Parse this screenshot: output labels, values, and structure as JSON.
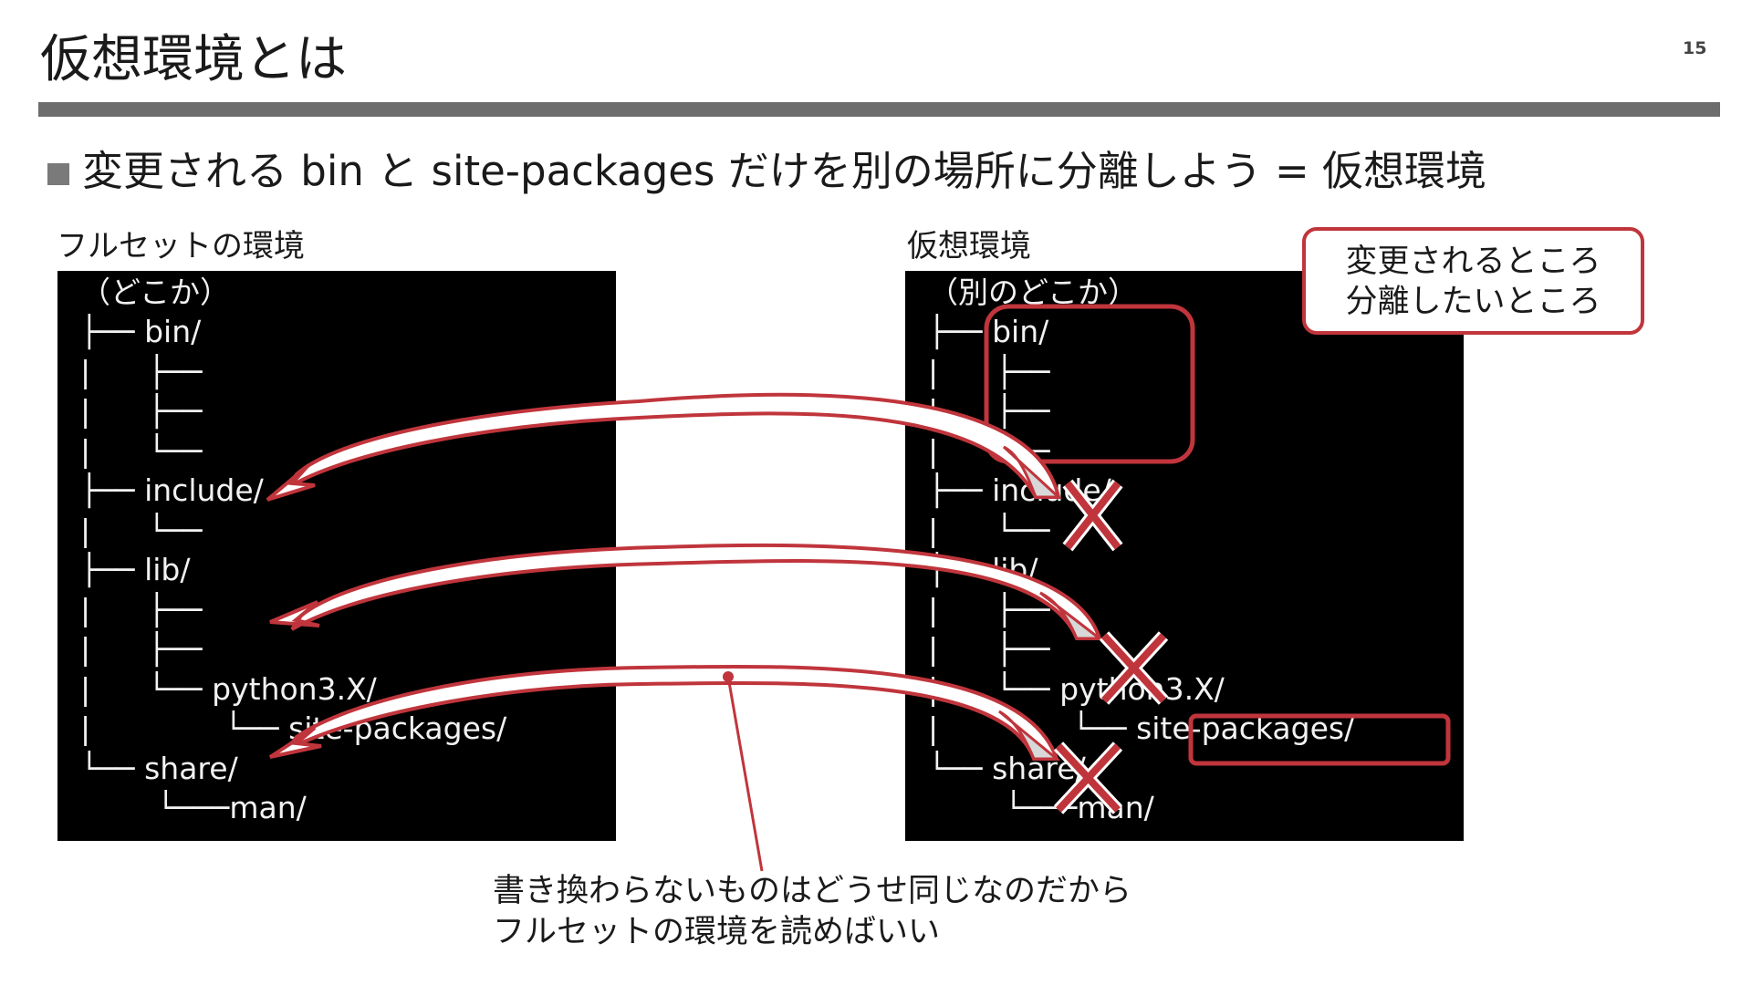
{
  "slide": {
    "title": "仮想環境とは",
    "page_number": "15"
  },
  "bullet": {
    "text": "変更される bin と site-packages だけを別の場所に分離しよう = 仮想環境"
  },
  "left_panel": {
    "caption": "フルセットの環境",
    "lines": [
      "（どこか）",
      "├── bin/",
      "|      ├──",
      "|      ├──",
      "|      └──",
      "├── include/",
      "|      └──",
      "├── lib/",
      "|      ├──",
      "|      ├──",
      "|      └── python3.X/",
      "|              └── site-packages/",
      "└── share/",
      "        └───man/"
    ]
  },
  "right_panel": {
    "caption": "仮想環境",
    "lines": [
      "（別のどこか）",
      "├── bin/",
      "|      ├──",
      "|      ├──",
      "|      └──",
      "├── include/",
      "|      └──",
      "├── lib/",
      "|      ├──",
      "|      ├──",
      "|      └── python3.X/",
      "|              └── site-packages/",
      "└── share/",
      "        └───man/"
    ]
  },
  "callout": {
    "line1": "変更されるところ",
    "line2": "分離したいところ"
  },
  "note": {
    "line1": "書き換わらないものはどうせ同じなのだから",
    "line2": "フルセットの環境を読めばいい"
  },
  "colors": {
    "accent": "#c0353c",
    "rule": "#6d6d6d",
    "terminal_bg": "#000000",
    "terminal_text": "#f2f2f2"
  }
}
